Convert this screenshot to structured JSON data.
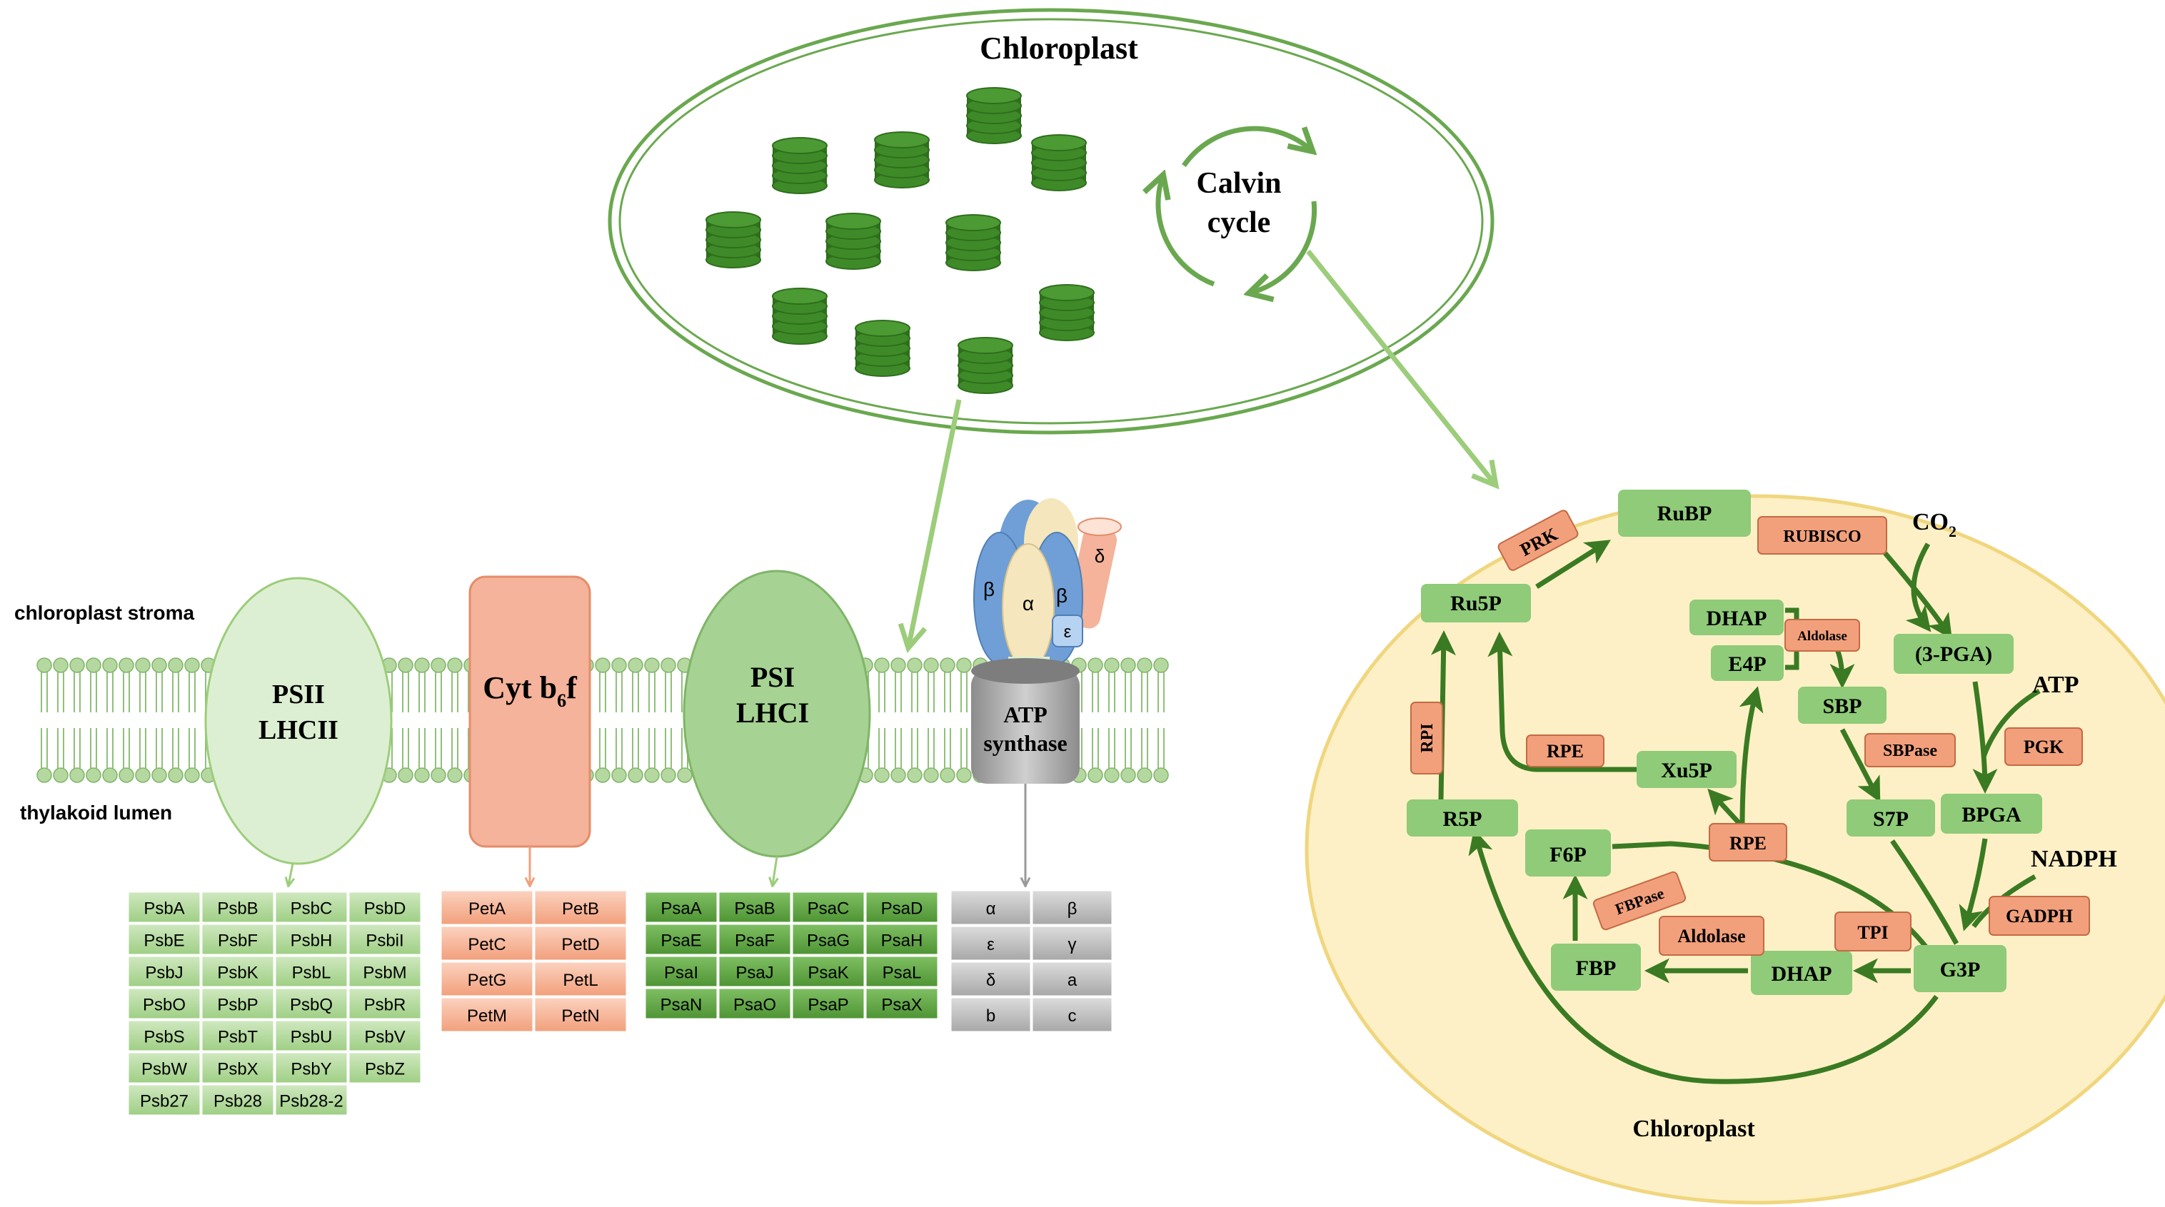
{
  "colors": {
    "dark_green": "#3a7a22",
    "mid_green": "#5f9a3f",
    "light_green": "#9ccd7a",
    "node_green": "#8fcb78",
    "enzyme_orange": "#f2a07c",
    "membrane_green": "#b5d8a0",
    "psii_fill": "#ddefd2",
    "psi_fill": "#a6d393",
    "cyt_fill": "#f4b39a",
    "atp_gray": "#9a9a9a",
    "calvin_bg": "#fdf0c6",
    "calvin_border": "#f0d67e"
  },
  "top": {
    "title": "Chloroplast",
    "calvin_line1": "Calvin",
    "calvin_line2": "cycle"
  },
  "membrane": {
    "stroma_label": "chloroplast stroma",
    "lumen_label": "thylakoid lumen",
    "psii_line1": "PSII",
    "psii_line2": "LHCII",
    "cyt_main": "Cyt b",
    "cyt_sub": "6",
    "cyt_end": "f",
    "psi_line1": "PSI",
    "psi_line2": "LHCI",
    "atp_line1": "ATP",
    "atp_line2": "synthase",
    "atp_alpha": "α",
    "atp_beta": "β",
    "atp_epsilon": "ε",
    "atp_delta": "δ"
  },
  "tables": {
    "psb": [
      [
        "PsbA",
        "PsbB",
        "PsbC",
        "PsbD"
      ],
      [
        "PsbE",
        "PsbF",
        "PsbH",
        "PsbiI"
      ],
      [
        "PsbJ",
        "PsbK",
        "PsbL",
        "PsbM"
      ],
      [
        "PsbO",
        "PsbP",
        "PsbQ",
        "PsbR"
      ],
      [
        "PsbS",
        "PsbT",
        "PsbU",
        "PsbV"
      ],
      [
        "PsbW",
        "PsbX",
        "PsbY",
        "PsbZ"
      ],
      [
        "Psb27",
        "Psb28",
        "Psb28-2"
      ]
    ],
    "pet": [
      [
        "PetA",
        "PetB"
      ],
      [
        "PetC",
        "PetD"
      ],
      [
        "PetG",
        "PetL"
      ],
      [
        "PetM",
        "PetN"
      ]
    ],
    "psa": [
      [
        "PsaA",
        "PsaB",
        "PsaC",
        "PsaD"
      ],
      [
        "PsaE",
        "PsaF",
        "PsaG",
        "PsaH"
      ],
      [
        "PsaI",
        "PsaJ",
        "PsaK",
        "PsaL"
      ],
      [
        "PsaN",
        "PsaO",
        "PsaP",
        "PsaX"
      ]
    ],
    "atp": [
      [
        "α",
        "β"
      ],
      [
        "ε",
        "γ"
      ],
      [
        "δ",
        "a"
      ],
      [
        "b",
        "c"
      ]
    ]
  },
  "calvin": {
    "bottom_label": "Chloroplast",
    "nodes": {
      "rubp": "RuBP",
      "ru5p": "Ru5P",
      "dhap_top": "DHAP",
      "e4p": "E4P",
      "pga": "(3-PGA)",
      "sbp": "SBP",
      "xu5p": "Xu5P",
      "s7p": "S7P",
      "bpga": "BPGA",
      "r5p": "R5P",
      "f6p": "F6P",
      "fbp": "FBP",
      "dhap_bottom": "DHAP",
      "g3p": "G3P"
    },
    "enzymes": {
      "prk": "PRK",
      "rubisco": "RUBISCO",
      "aldolase_top": "Aldolase",
      "rpi": "RPI",
      "rpe_left": "RPE",
      "sbpase": "SBPase",
      "pgk": "PGK",
      "rpe_mid": "RPE",
      "fbpase": "FBPase",
      "aldolase_bottom": "Aldolase",
      "tpi": "TPI",
      "gadph": "GADPH"
    },
    "cofactors": {
      "co2_main": "CO",
      "co2_sub": "2",
      "atp": "ATP",
      "nadph": "NADPH"
    }
  }
}
